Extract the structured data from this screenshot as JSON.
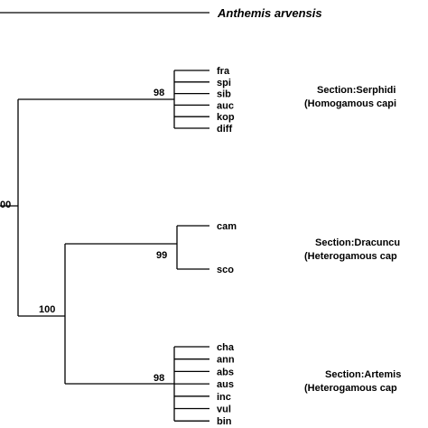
{
  "outgroup": "Anthemis arvensis",
  "clades": {
    "serphidium": {
      "taxa": [
        "fra",
        "spi",
        "sib",
        "auc",
        "kop",
        "diff"
      ],
      "support": "98",
      "section": "Section:Serphidi",
      "capitula": "(Homogamous capi"
    },
    "dracunculus": {
      "taxa": [
        "cam",
        "sco"
      ],
      "support": "99",
      "section": "Section:Dracuncu",
      "capitula": "(Heterogamous cap"
    },
    "artemisia": {
      "taxa": [
        "cha",
        "ann",
        "abs",
        "aus",
        "inc",
        "vul",
        "bin"
      ],
      "support": "98",
      "section": "Section:Artemis",
      "capitula": "(Heterogamous cap"
    }
  },
  "node_supports": {
    "root": "00",
    "heterogamous": "100"
  },
  "colors": {
    "line": "#000000",
    "background": "#ffffff"
  }
}
